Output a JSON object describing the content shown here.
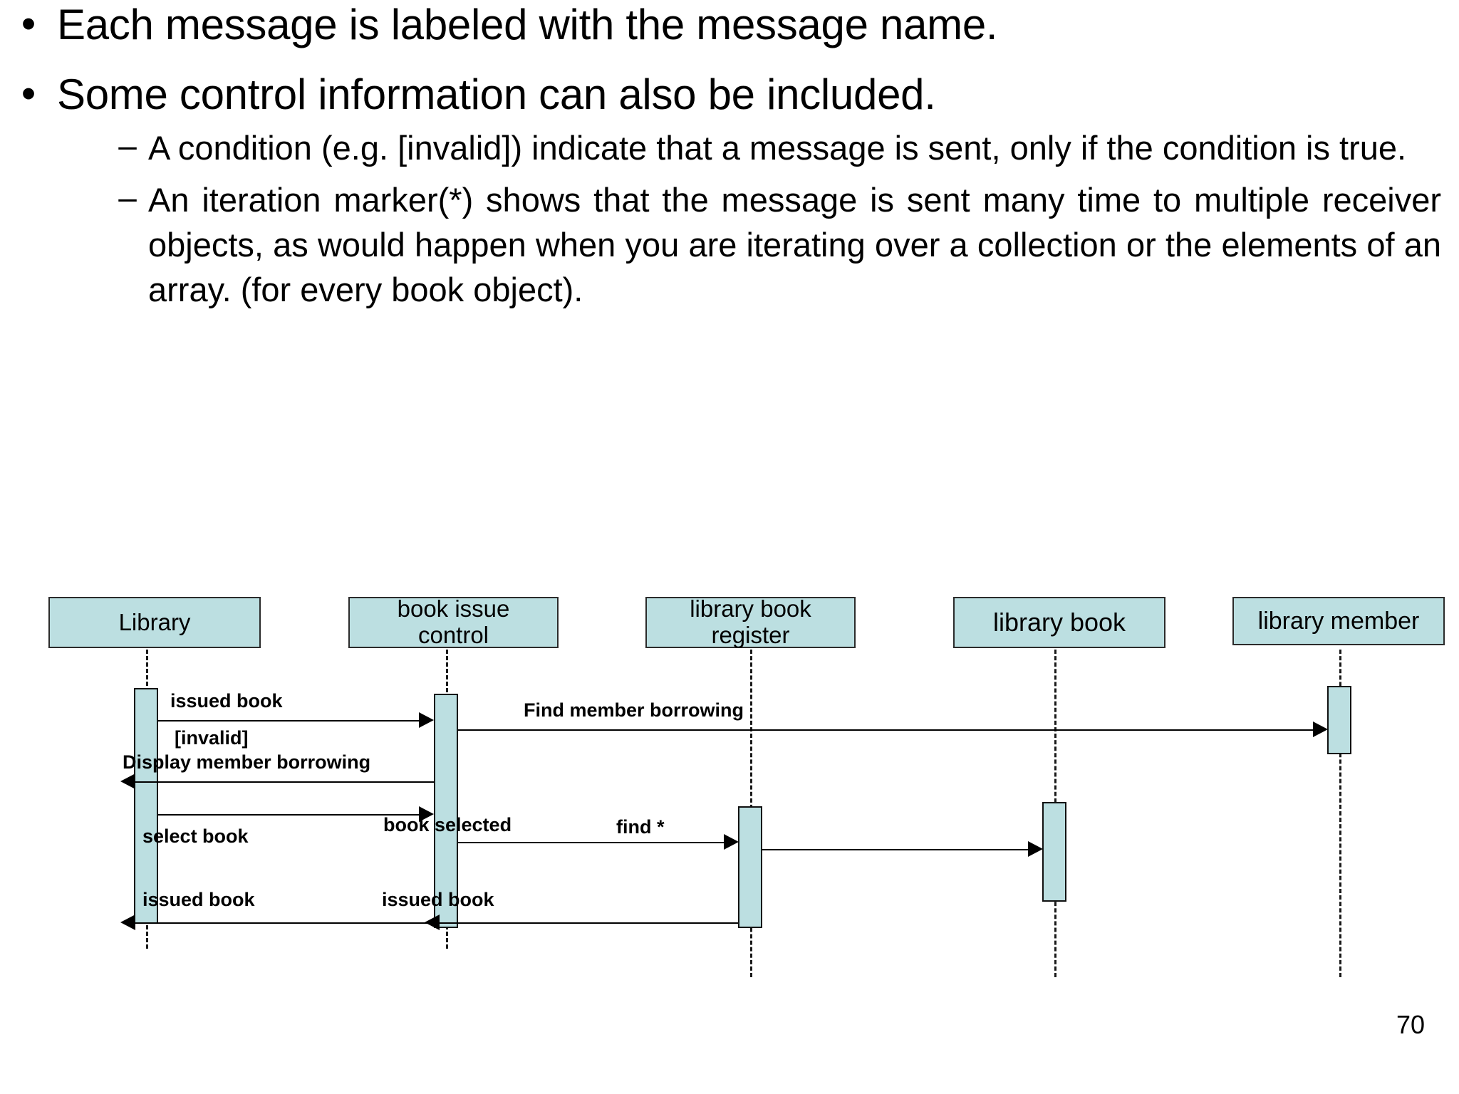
{
  "slide": {
    "page_number": "70",
    "bullets": [
      {
        "level": 1,
        "marker": "•",
        "text": "Each message is labeled with the message name."
      },
      {
        "level": 1,
        "marker": "•",
        "text": "Some control information can also be included."
      },
      {
        "level": 2,
        "marker": "–",
        "text": "A condition (e.g. [invalid]) indicate that a message is sent, only if the condition is true."
      },
      {
        "level": 2,
        "marker": "–",
        "text": "An iteration marker(*) shows that the message is sent many time to multiple receiver objects, as would happen when you are iterating over a collection or the elements of an array. (for every book object)."
      }
    ]
  },
  "diagram": {
    "type": "uml-sequence-diagram",
    "fill_color": "#bcdfe1",
    "border_color": "#2b2b2b",
    "objects": [
      {
        "id": "library",
        "label": "Library"
      },
      {
        "id": "book-issue-control",
        "label": "book issue\ncontrol",
        "line1": "book issue",
        "line2": "control"
      },
      {
        "id": "library-book-register",
        "label": "library book\nregister",
        "line1": "library book",
        "line2": "register"
      },
      {
        "id": "library-book",
        "label": "library book"
      },
      {
        "id": "library-member",
        "label": "library member"
      }
    ],
    "messages": [
      {
        "id": "m1",
        "label": "issued book",
        "from": "library",
        "to": "book-issue-control",
        "direction": "right"
      },
      {
        "id": "m2",
        "label": "[invalid]",
        "from": "library",
        "to": "book-issue-control",
        "direction": "condition"
      },
      {
        "id": "m3",
        "label": "Find member borrowing",
        "from": "book-issue-control",
        "to": "library-member",
        "direction": "right"
      },
      {
        "id": "m4",
        "label": "Display member borrowing",
        "from": "book-issue-control",
        "to": "library",
        "direction": "left"
      },
      {
        "id": "m5",
        "label": "select book",
        "from": "library",
        "to": "book-issue-control",
        "direction": "right"
      },
      {
        "id": "m6",
        "label": "book selected",
        "from": "book-issue-control",
        "to": "library-book-register",
        "direction": "right"
      },
      {
        "id": "m7",
        "label": "find *",
        "from": "library-book-register",
        "to": "library-book",
        "direction": "right"
      },
      {
        "id": "m8",
        "label": "issued book",
        "from": "book-issue-control",
        "to": "library",
        "direction": "left"
      },
      {
        "id": "m9",
        "label": "issued book",
        "from": "library-book-register",
        "to": "book-issue-control",
        "direction": "left"
      }
    ]
  }
}
